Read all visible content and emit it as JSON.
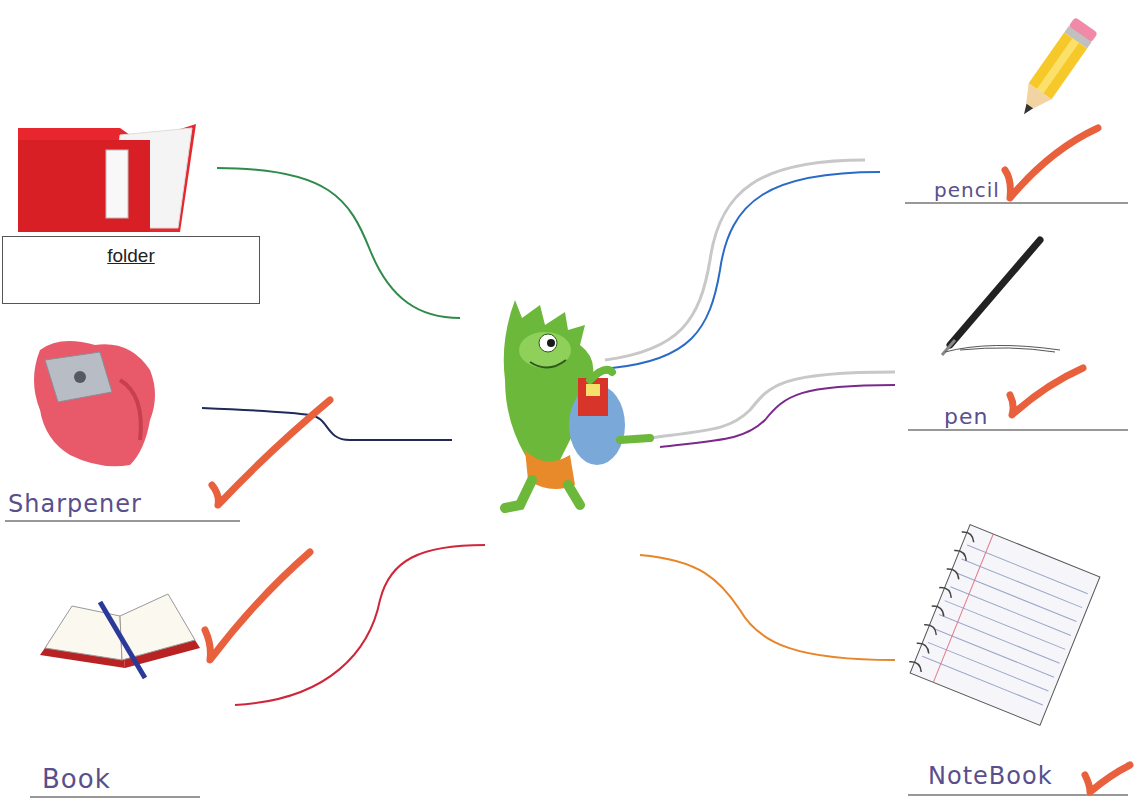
{
  "diagram": {
    "nodes": [
      {
        "text": [
          "folder"
        ]
      }
    ],
    "labels": [
      "pencil",
      "pen",
      "Sharpener",
      "Book",
      "NoteBook"
    ]
  }
}
